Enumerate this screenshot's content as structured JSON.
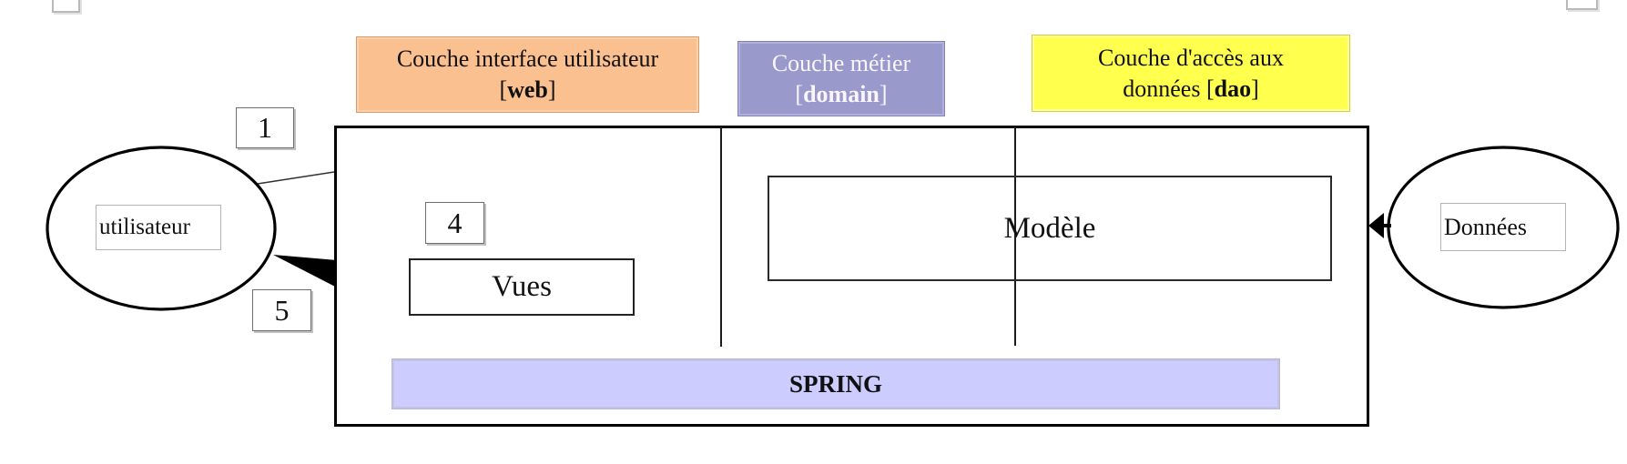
{
  "diagram": {
    "layers": {
      "web": {
        "title": "Couche interface utilisateur",
        "prefix": "",
        "open": "[",
        "keyword": "web",
        "close": "]"
      },
      "domain": {
        "title": "Couche métier",
        "prefix": "",
        "open": "[",
        "keyword": "domain",
        "close": "]"
      },
      "dao": {
        "title": "Couche d'accès aux",
        "prefix": "données ",
        "open": "[",
        "keyword": "dao",
        "close": "]"
      }
    },
    "actors": {
      "user": {
        "label": "utilisateur"
      },
      "data": {
        "label": "Données"
      }
    },
    "components": {
      "vues": {
        "label": "Vues"
      },
      "modele": {
        "label": "Modèle"
      },
      "spring": {
        "label": "SPRING"
      }
    },
    "markers": {
      "m1": "1",
      "m4": "4",
      "m5": "5"
    },
    "colors": {
      "web_bg": "#fac090",
      "domain_bg": "#9999cc",
      "dao_bg": "#ffff4d",
      "spring_bg": "#ccccff"
    }
  }
}
